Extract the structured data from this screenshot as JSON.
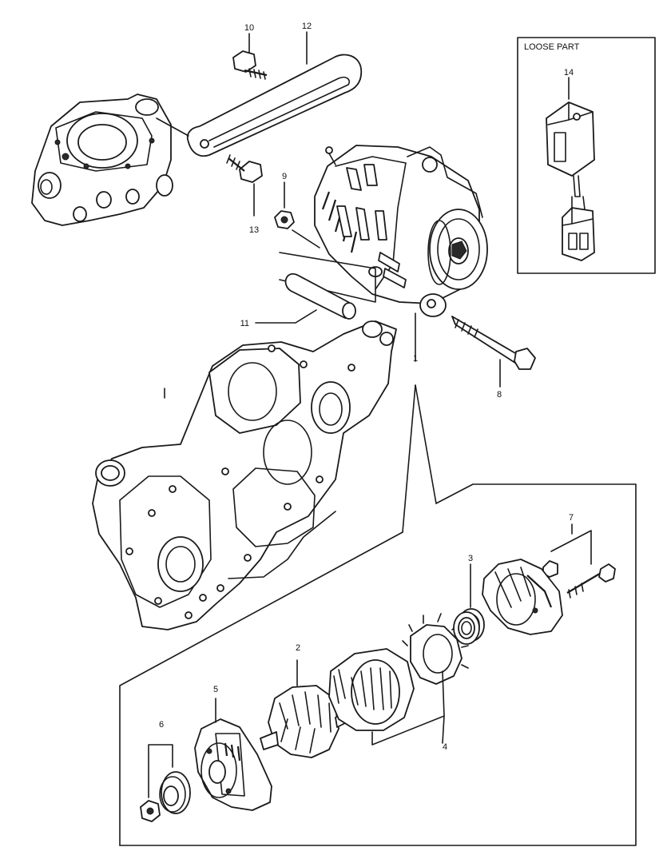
{
  "diagram": {
    "loose_part_box": {
      "title": "LOOSE PART"
    },
    "callouts": [
      {
        "id": "c1",
        "text": "1"
      },
      {
        "id": "c2",
        "text": "2"
      },
      {
        "id": "c3",
        "text": "3"
      },
      {
        "id": "c4",
        "text": "4"
      },
      {
        "id": "c5",
        "text": "5"
      },
      {
        "id": "c6",
        "text": "6"
      },
      {
        "id": "c7",
        "text": "7"
      },
      {
        "id": "c8",
        "text": "8"
      },
      {
        "id": "c9",
        "text": "9"
      },
      {
        "id": "c10",
        "text": "10"
      },
      {
        "id": "c11",
        "text": "11"
      },
      {
        "id": "c12",
        "text": "12"
      },
      {
        "id": "c13",
        "text": "13"
      },
      {
        "id": "c14",
        "text": "14"
      }
    ]
  }
}
